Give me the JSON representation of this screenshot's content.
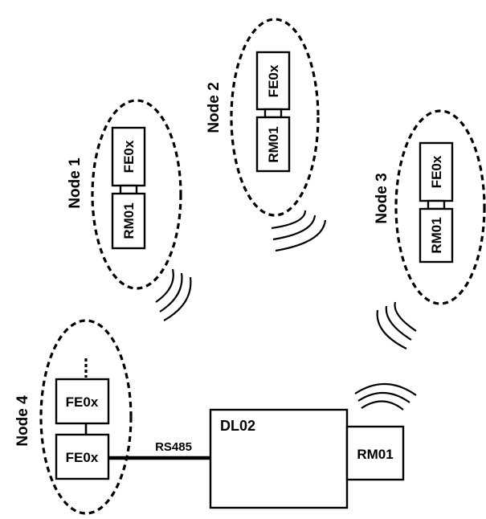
{
  "nodes": [
    {
      "label": "Node 1",
      "modules": [
        "FE0x",
        "RM01"
      ]
    },
    {
      "label": "Node 2",
      "modules": [
        "FE0x",
        "RM01"
      ]
    },
    {
      "label": "Node 3",
      "modules": [
        "FE0x",
        "RM01"
      ]
    },
    {
      "label": "Node 4",
      "modules": [
        "FE0x",
        "FE0x"
      ]
    }
  ],
  "gateway": {
    "logger_label": "DL02",
    "radio_label": "RM01",
    "bus_label": "RS485"
  }
}
